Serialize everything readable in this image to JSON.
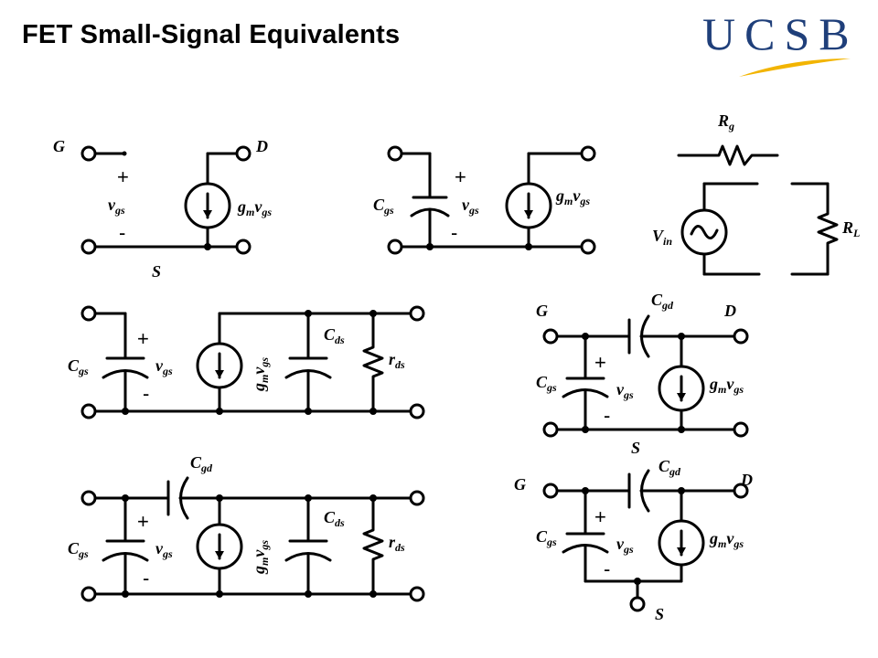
{
  "slide": {
    "title": "FET Small-Signal Equivalents",
    "logo": "UCSB",
    "logo_color": "#1f3f7a",
    "logo_swoosh_color": "#f2b400"
  },
  "labels": {
    "gate": "G",
    "drain": "D",
    "source": "S",
    "plus": "+",
    "minus": "-",
    "v": "v",
    "gs": "gs",
    "C": "C",
    "gd": "gd",
    "ds": "ds",
    "g": "g",
    "m": "m",
    "r": "r",
    "R": "R",
    "L": "L",
    "V": "V",
    "in": "in"
  }
}
